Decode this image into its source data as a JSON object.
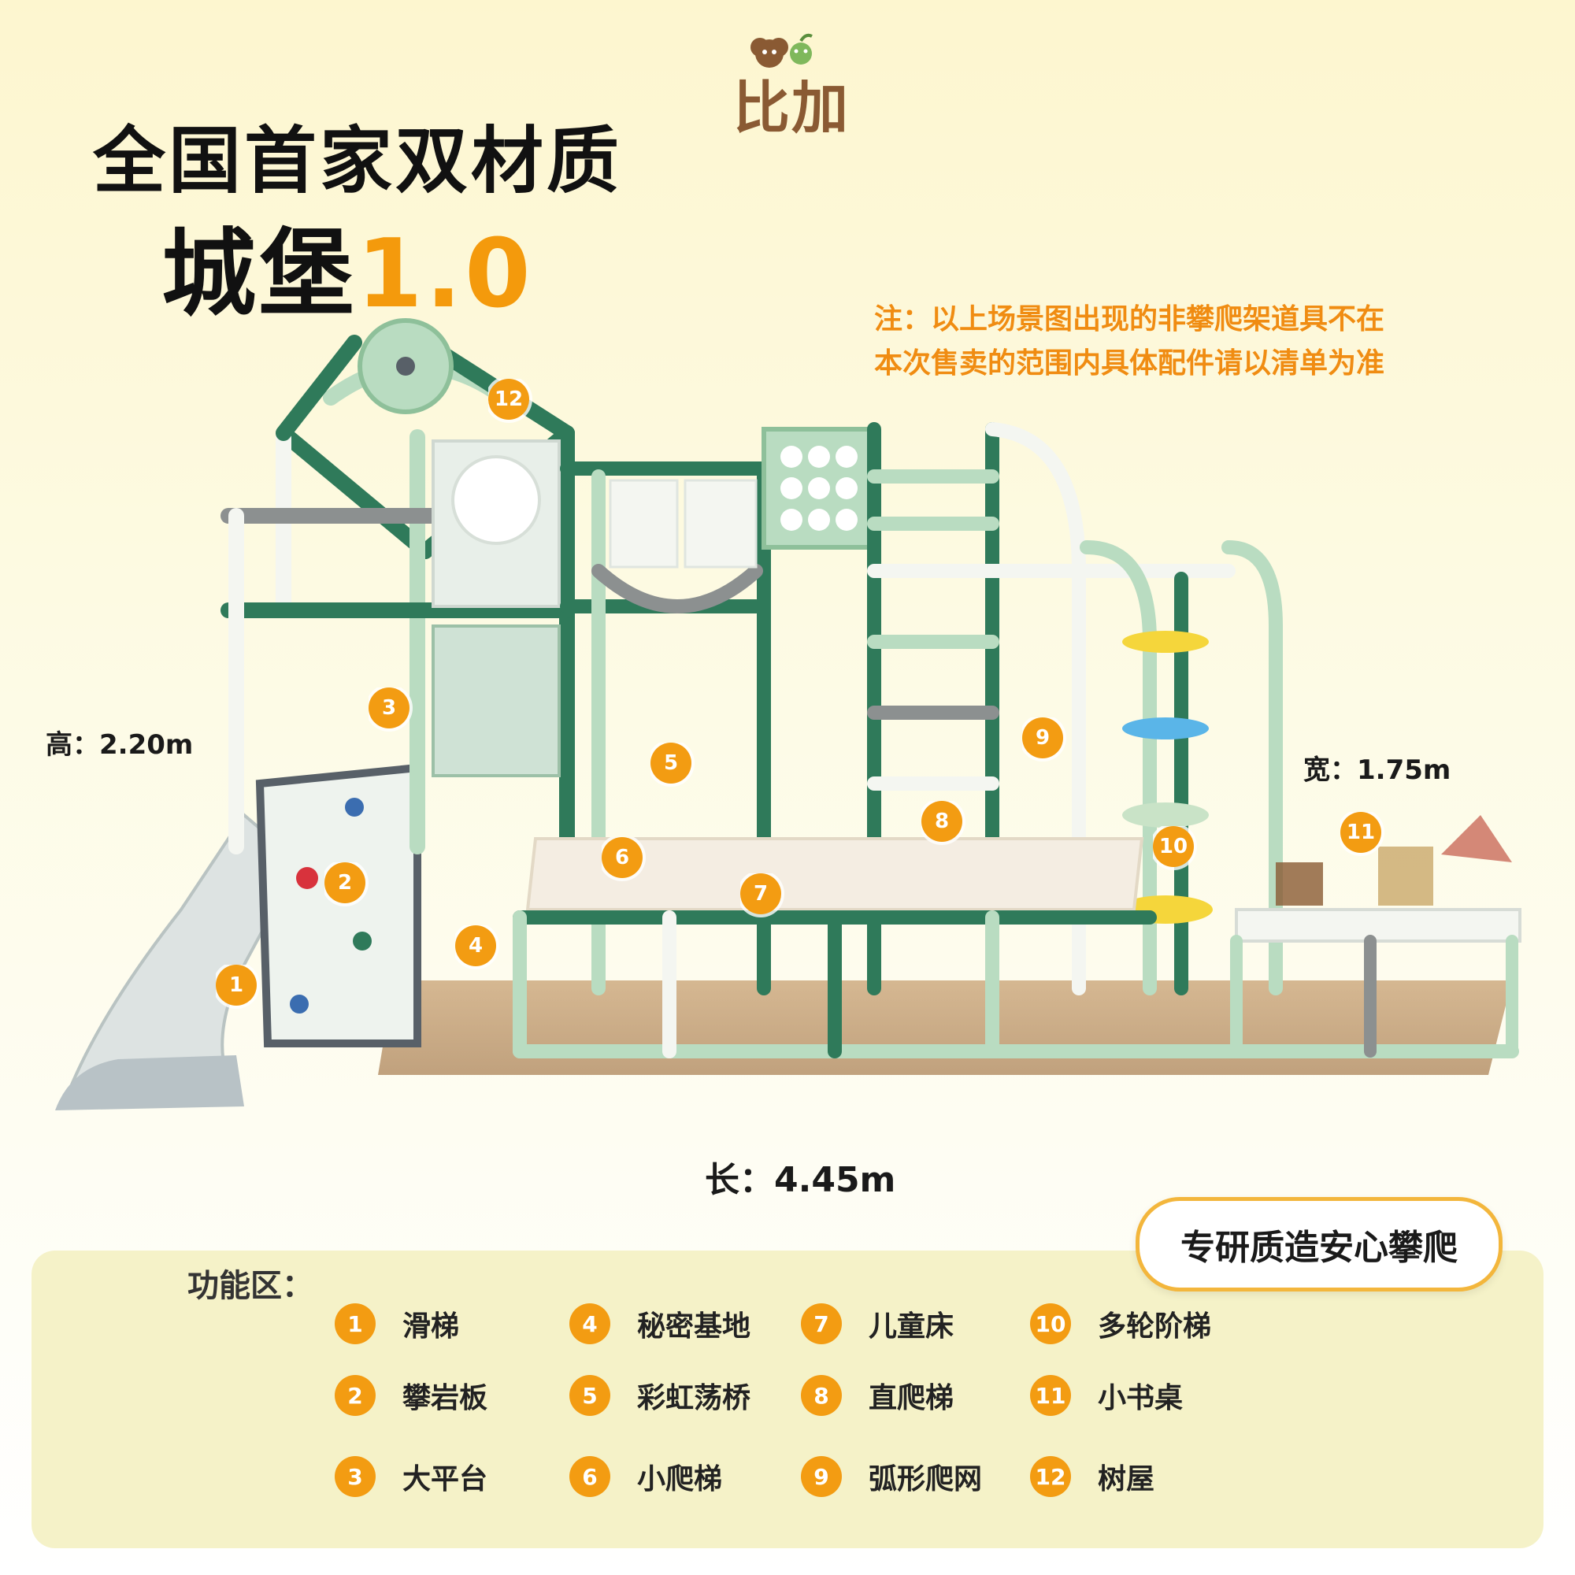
{
  "logo": {
    "text": "比加"
  },
  "title": {
    "line1": "全国首家双材质",
    "line2_main": "城堡",
    "line2_version": "1.0"
  },
  "note": {
    "line1": "注：以上场景图出现的非攀爬架道具不在",
    "line2": "本次售卖的范围内具体配件请以清单为准"
  },
  "dimensions": {
    "height": "高：2.20m",
    "width": "宽：1.75m",
    "length": "长：4.45m"
  },
  "badge": "专研质造安心攀爬",
  "colors": {
    "accent": "#f39c12",
    "note": "#f08c12",
    "frame_green": "#2f7a5a",
    "frame_mint": "#b9dcc1",
    "frame_white": "#f4f6f1",
    "frame_gray": "#8c9090",
    "panel": "#f5f2c8"
  },
  "callouts": [
    "1",
    "2",
    "3",
    "4",
    "5",
    "6",
    "7",
    "8",
    "9",
    "10",
    "11",
    "12"
  ],
  "panel_title": "功能区：",
  "legend": [
    {
      "num": "1",
      "label": "滑梯"
    },
    {
      "num": "2",
      "label": "攀岩板"
    },
    {
      "num": "3",
      "label": "大平台"
    },
    {
      "num": "4",
      "label": "秘密基地"
    },
    {
      "num": "5",
      "label": "彩虹荡桥"
    },
    {
      "num": "6",
      "label": "小爬梯"
    },
    {
      "num": "7",
      "label": "儿童床"
    },
    {
      "num": "8",
      "label": "直爬梯"
    },
    {
      "num": "9",
      "label": "弧形爬网"
    },
    {
      "num": "10",
      "label": "多轮阶梯"
    },
    {
      "num": "11",
      "label": "小书桌"
    },
    {
      "num": "12",
      "label": "树屋"
    }
  ]
}
